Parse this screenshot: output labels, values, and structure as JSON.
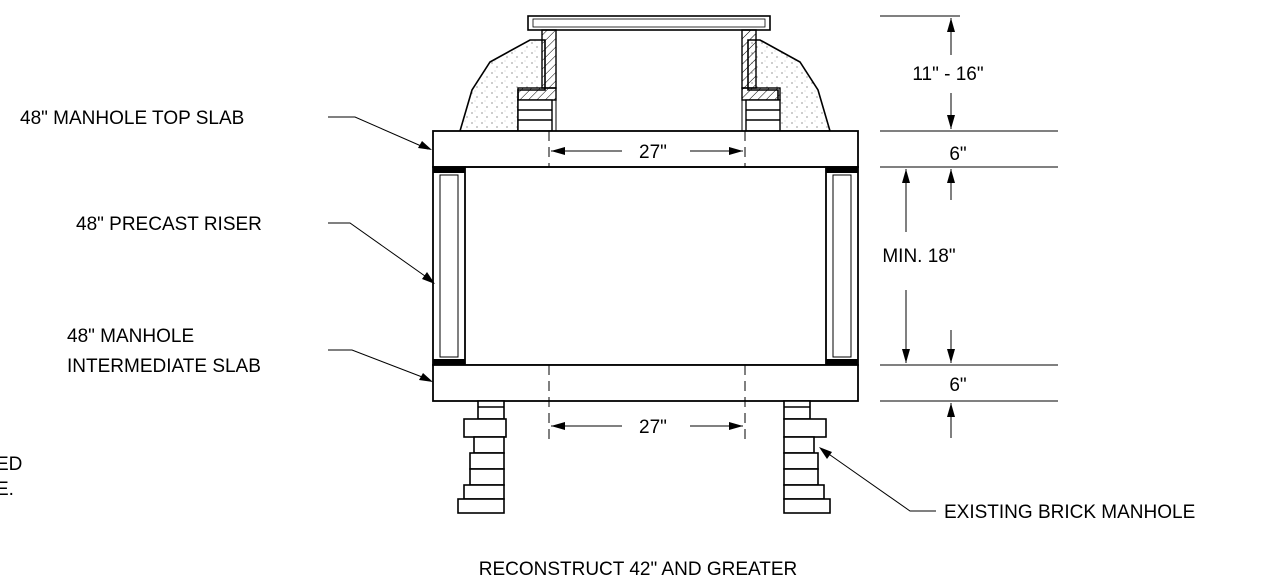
{
  "labels": {
    "top_slab": "48\" MANHOLE TOP SLAB",
    "riser": "48\" PRECAST RISER",
    "intermediate_line1": "48\" MANHOLE",
    "intermediate_line2": "INTERMEDIATE SLAB",
    "existing": "EXISTING BRICK MANHOLE",
    "left_frag1": "ED",
    "left_frag2": "E."
  },
  "dimensions": {
    "frame_height": "11\" - 16\"",
    "top_slab_thickness": "6\"",
    "riser_height": "MIN. 18\"",
    "intermediate_slab_thickness": "6\"",
    "upper_opening": "27\"",
    "lower_opening": "27\""
  },
  "caption": "RECONSTRUCT 42\" AND GREATER",
  "colors": {
    "line": "#000000",
    "background": "#ffffff",
    "concrete_fill": "#e6e6e6"
  }
}
